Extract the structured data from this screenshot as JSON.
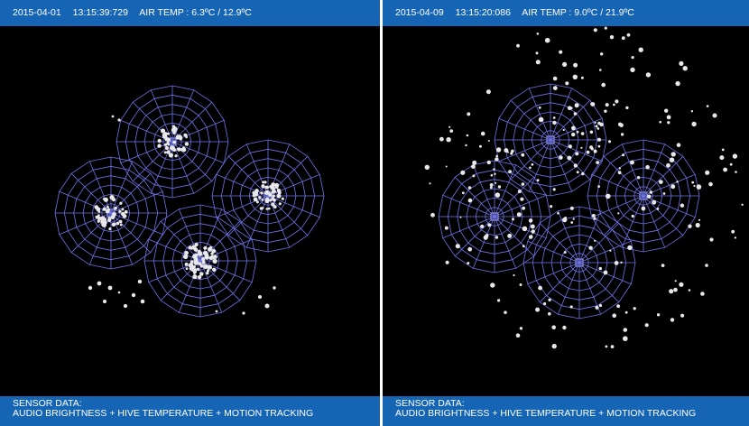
{
  "panels": [
    {
      "date": "2015-04-01",
      "time": "13:15:39:729",
      "air_temp": "AIR TEMP : 6.3ºC / 12.9ºC",
      "sensor_title": "SENSOR DATA:",
      "sensor_desc": "AUDIO BRIGHTNESS + HIVE TEMPERATURE + MOTION TRACKING"
    },
    {
      "date": "2015-04-09",
      "time": "13:15:20:086",
      "air_temp": "AIR TEMP : 9.0ºC / 21.9ºC",
      "sensor_title": "SENSOR DATA:",
      "sensor_desc": "AUDIO BRIGHTNESS + HIVE TEMPERATURE + MOTION TRACKING"
    }
  ],
  "colors": {
    "bar": "#1565b4",
    "web": "#6f73e6",
    "particle": "#e8e8ea",
    "background": "#000000"
  }
}
